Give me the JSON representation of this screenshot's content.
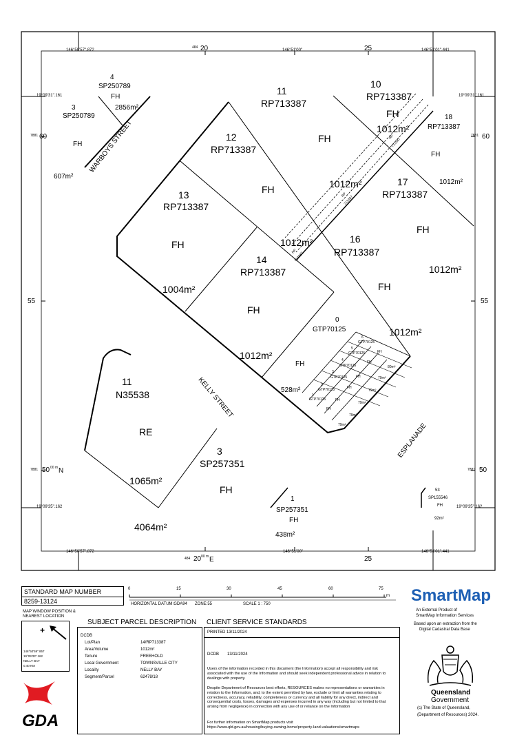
{
  "map": {
    "grid": {
      "top_coord_left": "146°50'57\".872",
      "top_coord_mid": "146°51'00\"",
      "top_coord_right": "146°51'01\".441",
      "top_easting_small": "484",
      "top_easting_20": "20",
      "top_easting_25": "25",
      "left_lat_top": "19°09'31\".161",
      "right_lat_top": "19°09'31\".161",
      "left_north_small": "7881",
      "left_north_60": "60",
      "right_north_small": "7881",
      "right_north_60": "60",
      "left_55": "55",
      "right_55": "55",
      "left_north_small_b": "7881",
      "left_north_50": "50",
      "left_north_m": "00 m",
      "left_north_N": "N",
      "right_north_small_b": "7881",
      "right_north_50": "50",
      "left_lat_bottom": "19°09'35\".162",
      "right_lat_bottom": "19°09'35\".162",
      "bottom_coord_left": "146°50'57\".872",
      "bottom_coord_mid": "146°51'00\"",
      "bottom_coord_right": "146°51'01\".441",
      "bottom_easting_small": "484",
      "bottom_easting_20": "20",
      "bottom_easting_m": "00 m",
      "bottom_easting_E": "E",
      "bottom_easting_25": "25"
    },
    "streets": {
      "warboys": "WARBOYS STREET",
      "kelly": "KELLY STREET",
      "esplanade": "ESPLANADE"
    },
    "parcels": {
      "p4": {
        "lot": "4",
        "plan": "SP250789",
        "tenure": "FH",
        "area": "2856m²"
      },
      "p3a": {
        "lot": "3",
        "plan": "SP250789",
        "tenure": "FH",
        "area": "607m²"
      },
      "p11a": {
        "lot": "11",
        "plan": "RP713387",
        "tenure": "FH"
      },
      "p10": {
        "lot": "10",
        "plan": "RP713387",
        "tenure": "FH",
        "area": "1012m²"
      },
      "p18": {
        "lot": "18",
        "plan": "RP713387",
        "tenure": "FH",
        "area": "1012m²"
      },
      "p12": {
        "lot": "12",
        "plan": "RP713387",
        "tenure": "FH",
        "area": "1012m²"
      },
      "p17": {
        "lot": "17",
        "plan": "RP713387",
        "tenure": "FH",
        "area": "1012m²"
      },
      "p13": {
        "lot": "13",
        "plan": "RP713387",
        "tenure": "FH",
        "area": "1004m²"
      },
      "p16": {
        "lot": "16",
        "plan": "RP713387",
        "tenure": "FH",
        "area": "1012m²"
      },
      "p14": {
        "lot": "14",
        "plan": "RP713387",
        "tenure": "FH",
        "area": "1012m²"
      },
      "p12area": "1012m²",
      "p0": {
        "lot": "0",
        "plan": "GTP70125",
        "tenure": "FH",
        "area": "528m²",
        "area2": "1012m²"
      },
      "p11b": {
        "lot": "11",
        "plan": "N35538",
        "tenure": "RE",
        "area": "1065m²"
      },
      "p3b": {
        "lot": "3",
        "plan": "SP257351",
        "tenure": "FH",
        "area": "4064m²"
      },
      "p1": {
        "lot": "1",
        "plan": "SP257351",
        "tenure": "FH",
        "area": "438m²"
      },
      "p53": {
        "lot": "53",
        "plan": "SP155546",
        "tenure": "FH",
        "area": "92m²"
      },
      "gtp_lots": [
        {
          "lot": "1",
          "plan": "GTP70125",
          "tenure": "FH",
          "area": "79m²"
        },
        {
          "lot": "2",
          "plan": "GTP70125",
          "tenure": "FH",
          "area": "79m²"
        },
        {
          "lot": "3",
          "plan": "GTP70125",
          "tenure": "FH",
          "area": "79m²"
        },
        {
          "lot": "4",
          "plan": "GTP70125",
          "tenure": "FH",
          "area": "79m²"
        },
        {
          "lot": "5",
          "plan": "GTP70125",
          "tenure": "FH",
          "area": "79m²"
        },
        {
          "lot": "6",
          "plan": "GTP70125",
          "tenure": "FH",
          "area": "80m²"
        }
      ],
      "easement_labels": [
        "RP",
        "713387",
        "RP",
        "713387",
        "RP",
        "713387"
      ]
    }
  },
  "footer": {
    "std_map_label": "STANDARD MAP NUMBER",
    "std_map_number": "8259-13124",
    "scale_ticks": [
      "0",
      "15",
      "30",
      "45",
      "60",
      "75"
    ],
    "scale_unit": "m",
    "datum": "HORIZONTAL DATUM:GDA94",
    "zone": "ZONE:55",
    "scale": "SCALE 1 : 750",
    "window_title": "MAP WINDOW POSITION & NEAREST LOCATION",
    "window_lines": [
      "146°50'59\".857",
      "19°09'33\".162",
      "NELLY BAY",
      "0.40 KM"
    ],
    "subject_title": "SUBJECT PARCEL DESCRIPTION",
    "dcdb": "DCDB",
    "subject_rows": [
      {
        "label": "Lot/Plan",
        "value": "14/RP713387"
      },
      {
        "label": "Area/Volume",
        "value": "1012m²"
      },
      {
        "label": "Tenure",
        "value": "FREEHOLD"
      },
      {
        "label": "Local Government",
        "value": "TOWNSVILLE CITY"
      },
      {
        "label": "Locality",
        "value": "NELLY BAY"
      },
      {
        "label": "Segment/Parcel",
        "value": "62478/18"
      }
    ],
    "client_title": "CLIENT SERVICE STANDARDS",
    "printed": "PRINTED 13/11/2024",
    "dcdb_label": "DCDB",
    "dcdb_date": "13/11/2024",
    "disclaimer1": "Users of the information recorded in this document (the Information) accept all responsibility and risk associated with the use of the Information and should seek independent professional advice in relation to dealings with property.",
    "disclaimer2": "Despite Department of Resources best efforts, RESOURCES makes no representations or warranties in relation to the Information, and, to the extent permitted by law, exclude or limit all warranties relating to correctness, accuracy, reliability, completeness or currency and all liability for any direct, indirect and consequential costs, losses, damages and expenses incurred in any way (including but not limited to that arising from negligence) in connection with any use of or reliance on the Information",
    "further1": "For further information on SmartMap products visit",
    "further2": "https://www.qld.gov.au/housing/buying-owning-home/property-land-valuations/smartmaps",
    "brand": "SmartMap",
    "brand_sub1": "An External Product of",
    "brand_sub2": "SmartMap Information Services",
    "brand_sub3": "Based upon an extraction from the",
    "brand_sub4": "Digital Cadastral Data Base",
    "qld1": "Queensland",
    "qld2": "Government",
    "copy1": "(c) The State of Queensland,",
    "copy2": "(Department of Resources) 2024.",
    "gda": "GDA"
  }
}
